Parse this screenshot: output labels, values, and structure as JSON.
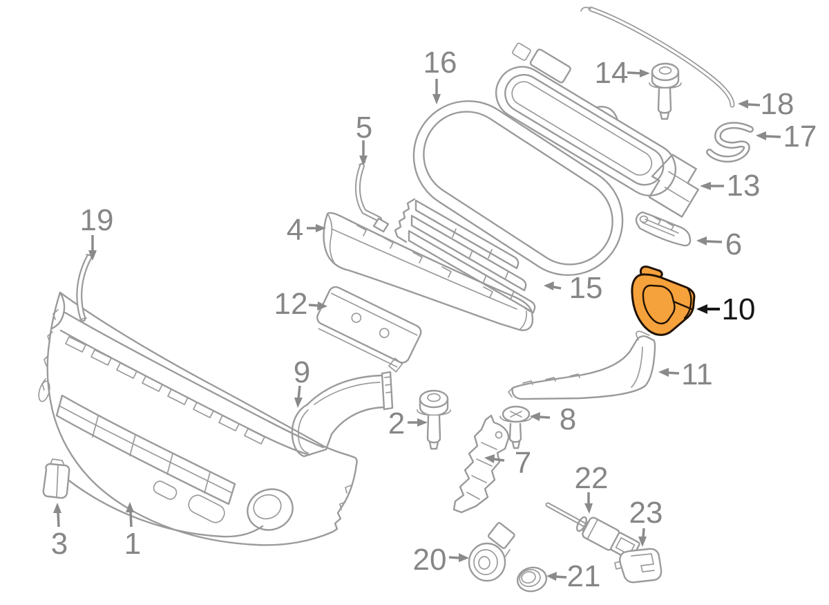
{
  "diagram": {
    "type": "exploded-parts-diagram",
    "subject": "front bumper and grille components",
    "background_color": "#ffffff",
    "line_color": "#9a9a9a",
    "label_color": "#868686",
    "highlighted_part_number": "10",
    "highlight_fill": "#F5A13C",
    "highlight_recess_fill": "#F09A30",
    "highlight_outline": "#201204",
    "highlight_label_color": "#161616"
  },
  "parts": {
    "p1": {
      "label": "1",
      "highlighted": false
    },
    "p2": {
      "label": "2",
      "highlighted": false
    },
    "p3": {
      "label": "3",
      "highlighted": false
    },
    "p4": {
      "label": "4",
      "highlighted": false
    },
    "p5": {
      "label": "5",
      "highlighted": false
    },
    "p6": {
      "label": "6",
      "highlighted": false
    },
    "p7": {
      "label": "7",
      "highlighted": false
    },
    "p8": {
      "label": "8",
      "highlighted": false
    },
    "p9": {
      "label": "9",
      "highlighted": false
    },
    "p10": {
      "label": "10",
      "highlighted": true
    },
    "p11": {
      "label": "11",
      "highlighted": false
    },
    "p12": {
      "label": "12",
      "highlighted": false
    },
    "p13": {
      "label": "13",
      "highlighted": false
    },
    "p14": {
      "label": "14",
      "highlighted": false
    },
    "p15": {
      "label": "15",
      "highlighted": false
    },
    "p16": {
      "label": "16",
      "highlighted": false
    },
    "p17": {
      "label": "17",
      "highlighted": false
    },
    "p18": {
      "label": "18",
      "highlighted": false
    },
    "p19": {
      "label": "19",
      "highlighted": false
    },
    "p20": {
      "label": "20",
      "highlighted": false
    },
    "p21": {
      "label": "21",
      "highlighted": false
    },
    "p22": {
      "label": "22",
      "highlighted": false
    },
    "p23": {
      "label": "23",
      "highlighted": false
    }
  }
}
